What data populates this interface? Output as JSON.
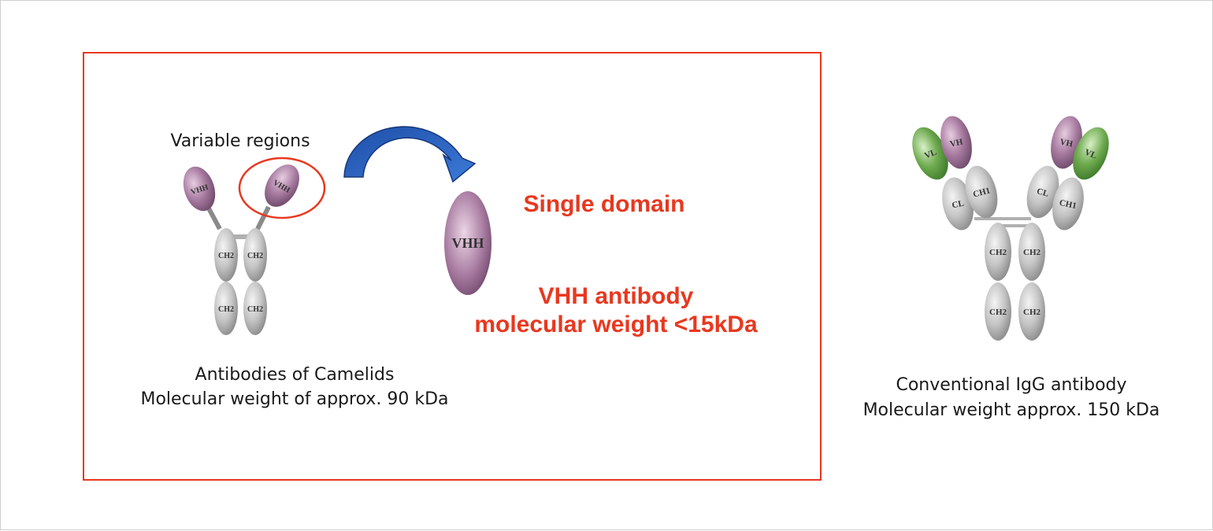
{
  "camelid": {
    "variable_regions_label": "Variable regions",
    "vhh_label": "VHH",
    "ch2_label": "CH2",
    "caption_line1": "Antibodies of Camelids",
    "caption_line2": "Molecular weight of approx. 90 kDa"
  },
  "single_domain": {
    "domain_label": "VHH",
    "title": "Single domain",
    "desc_line1": "VHH antibody",
    "desc_line2": "molecular weight <15kDa"
  },
  "igg": {
    "vl_label": "VL",
    "vh_label": "VH",
    "cl_label": "CL",
    "ch1_label": "CH1",
    "ch2_label": "CH2",
    "caption_line1": "Conventional IgG antibody",
    "caption_line2": "Molecular weight approx. 150 kDa"
  },
  "colors": {
    "highlight_red": "#e8381f",
    "vhh_purple": "#a77aa0",
    "vl_green": "#6eaa4e",
    "constant_gray": "#b8b8b8",
    "arrow_blue": "#2f66c4"
  }
}
